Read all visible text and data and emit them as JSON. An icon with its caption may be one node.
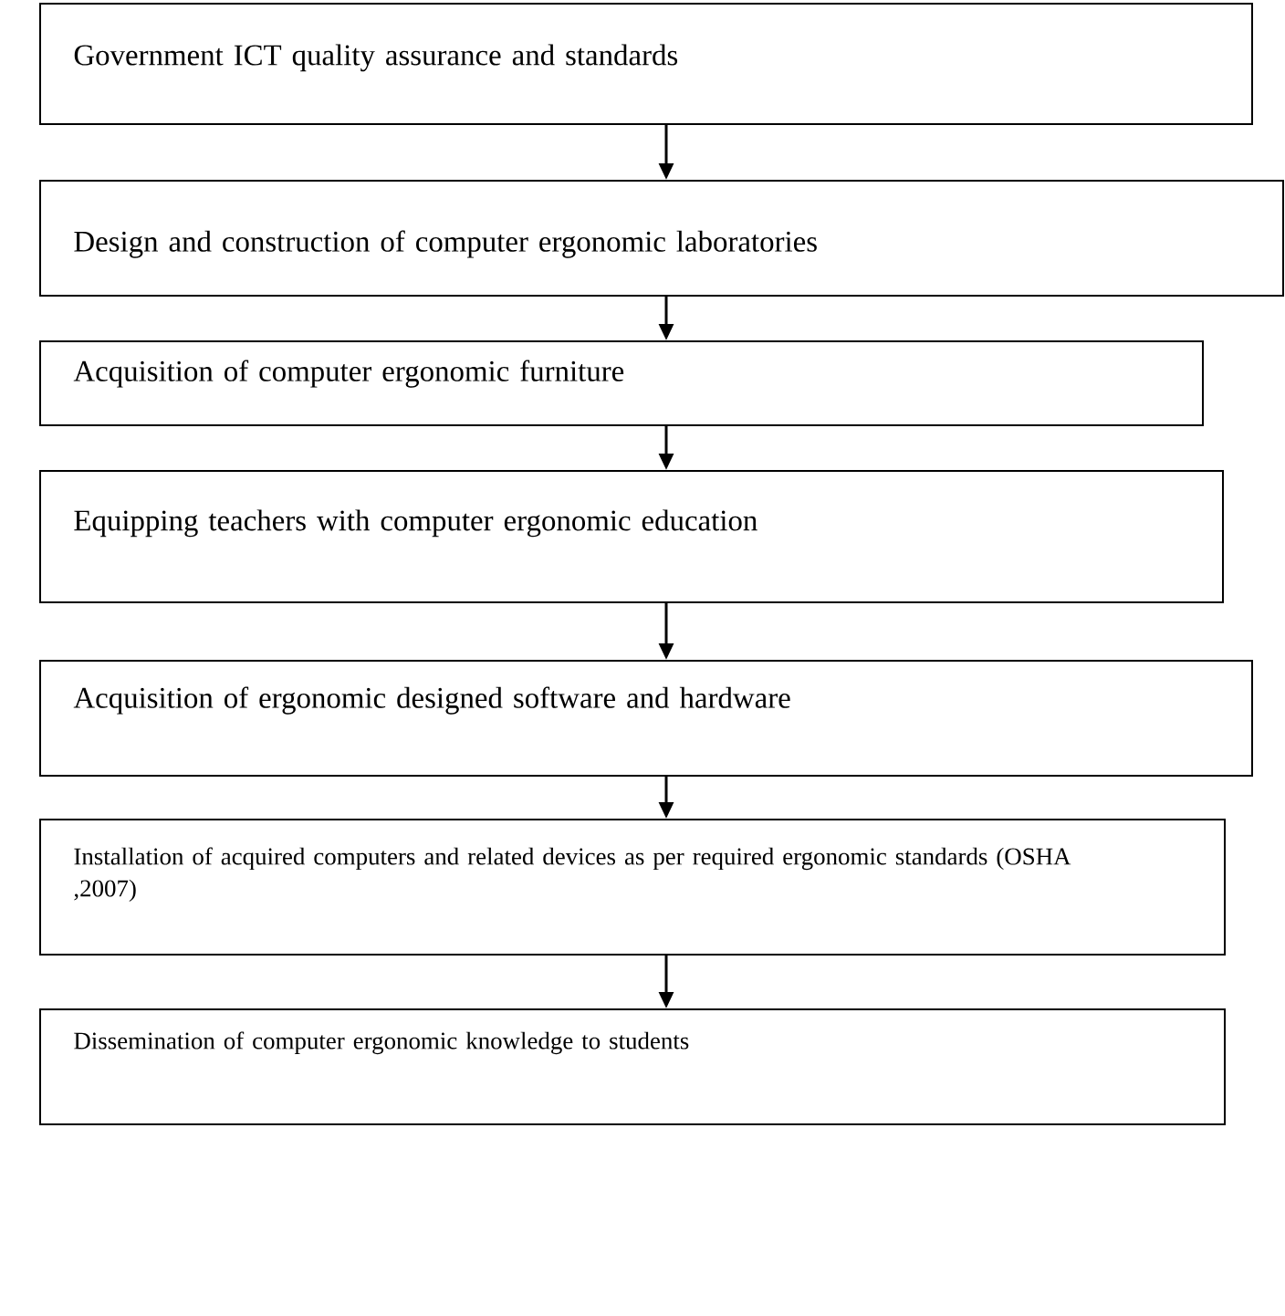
{
  "diagram": {
    "nodes": [
      {
        "text": [
          "Government ICT quality assurance and standards"
        ]
      },
      {
        "text": [
          "Design and construction of computer ergonomic laboratories"
        ]
      },
      {
        "text": [
          "Acquisition of computer ergonomic furniture"
        ]
      },
      {
        "text": [
          "Equipping teachers with computer ergonomic education"
        ]
      },
      {
        "text": [
          "Acquisition of ergonomic designed software and hardware"
        ]
      },
      {
        "text": [
          "Installation of acquired computers and related devices as per required ergonomic standards (OSHA ,2007)"
        ]
      },
      {
        "text": [
          "Dissemination of computer ergonomic knowledge to students"
        ]
      }
    ],
    "edges": [
      {
        "from": 0,
        "to": 1,
        "arrow": "to"
      },
      {
        "from": 1,
        "to": 2,
        "arrow": "to"
      },
      {
        "from": 2,
        "to": 3,
        "arrow": "to"
      },
      {
        "from": 3,
        "to": 4,
        "arrow": "to"
      },
      {
        "from": 4,
        "to": 5,
        "arrow": "to"
      },
      {
        "from": 5,
        "to": 6,
        "arrow": "to"
      }
    ]
  }
}
